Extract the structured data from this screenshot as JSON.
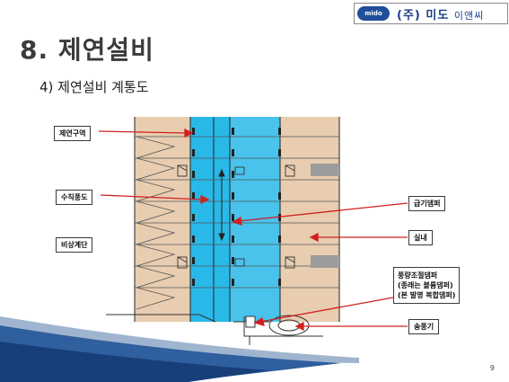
{
  "header": {
    "logo_badge": "mido",
    "company": "(주) 미도",
    "company_suffix": "이앤씨"
  },
  "title": "8.  제연설비",
  "subtitle": "4)  제연설비 계통도",
  "labels": {
    "smoke_zone": "제연구역",
    "vertical_duct": "수직풍도",
    "stairwell": "비상계단",
    "supply_damper": "급기댐퍼",
    "room": "실내",
    "volume_damper_line1": "풍량조절댐퍼",
    "volume_damper_line2": "(종래는 볼륨댐퍼)",
    "volume_damper_line3": "(본 발명 복합댐퍼)",
    "blower": "송풍기"
  },
  "page_number": "9",
  "colors": {
    "wall": "#e8cdb0",
    "shaft": "#29b9e8",
    "arrow": "#d0201f",
    "banner": "#1f5aa8"
  }
}
